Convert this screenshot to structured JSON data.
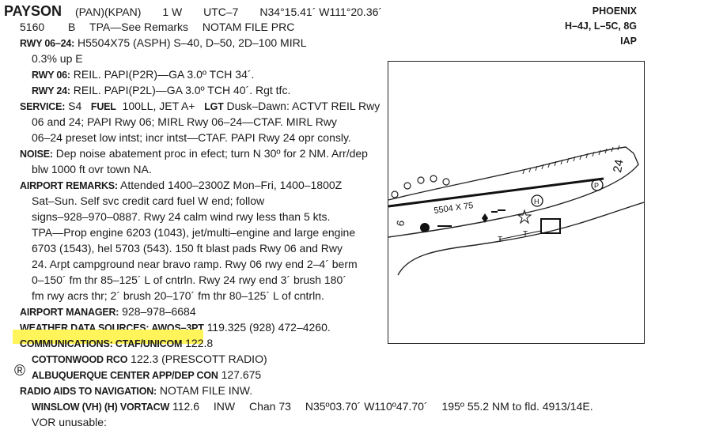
{
  "header": {
    "airport_name": "PAYSON",
    "ident": "(PAN)(KPAN)",
    "distance": "1 W",
    "utc": "UTC–7",
    "coords": "N34°15.41´ W111°20.36´",
    "line2_elev": "5160",
    "line2_b": "B",
    "line2_tpa": "TPA—See Remarks",
    "line2_notam": "NOTAM FILE PRC"
  },
  "right_block": {
    "region": "PHOENIX",
    "charts": "H–4J, L–5C, 8G",
    "iap": "IAP"
  },
  "runway": {
    "label": "RWY 06–24:",
    "text": "H5504X75 (ASPH)   S–40, D–50, 2D–100   MIRL",
    "gradient": "0.3% up E",
    "rwy06_label": "RWY 06:",
    "rwy06_text": "REIL. PAPI(P2R)—GA 3.0º TCH 34´.",
    "rwy24_label": "RWY 24:",
    "rwy24_text": "REIL. PAPI(P2L)—GA 3.0º TCH 40´. Rgt tfc."
  },
  "service": {
    "label": "SERVICE:",
    "s": "S4",
    "fuel_label": "FUEL",
    "fuel": "100LL, JET A+",
    "lgt_label": "LGT",
    "lines": [
      "Dusk–Dawn: ACTVT REIL Rwy",
      "06 and 24; PAPI Rwy 06; MIRL Rwy 06–24—CTAF. MIRL Rwy",
      "06–24 preset low intst; incr intst—CTAF. PAPI Rwy 24 opr consly."
    ]
  },
  "noise": {
    "label": "NOISE:",
    "lines": [
      "Dep noise abatement proc in efect; turn N 30º for 2 NM. Arr/dep",
      "blw 1000 ft ovr town NA."
    ]
  },
  "remarks": {
    "label": "AIRPORT REMARKS:",
    "lines": [
      "Attended 1400–2300Z Mon–Fri, 1400–1800Z",
      "Sat–Sun. Self svc credit card fuel W end; follow",
      "signs–928–970–0887. Rwy 24 calm wind rwy less than 5 kts.",
      "TPA—Prop engine 6203 (1043), jet/multi–engine and large engine",
      "6703 (1543), hel 5703 (543). 150 ft blast pads Rwy 06 and Rwy",
      "24. Arpt campground near bravo ramp. Rwy 06 rwy end 2–4´ berm",
      "0–150´ fm thr 85–125´ L of cntrln. Rwy 24 rwy end 3´ brush 180´",
      "fm rwy acrs thr; 2´ brush 20–170´ fm thr 80–125´ L of cntrln."
    ]
  },
  "manager": {
    "label": "AIRPORT MANAGER:",
    "value": "928–978–6684"
  },
  "weather": {
    "label": "WEATHER DATA SOURCES: AWOS–3PT",
    "value": "119.325 (928) 472–4260."
  },
  "comms": {
    "label": "COMMUNICATIONS: CTAF/UNICOM",
    "value": "122.8",
    "rco_label": "COTTONWOOD RCO",
    "rco_value": "122.3 (PRESCOTT RADIO)",
    "reg_symbol": "®",
    "center_label": "ALBUQUERQUE CENTER APP/DEP CON",
    "center_value": "127.675"
  },
  "navaids": {
    "label": "RADIO AIDS TO NAVIGATION:",
    "value": "NOTAM FILE INW.",
    "vor_label": "WINSLOW (VH) (H) VORTACW",
    "vor_freq": "112.6",
    "vor_id": "INW",
    "vor_chan": "Chan 73",
    "vor_coords": "N35º03.70´ W110º47.70´",
    "vor_bearing": "195º 55.2 NM to fld. 4913/14E.",
    "vor_unusable": "VOR unusable:"
  },
  "diagram": {
    "runway_dims": "5504 X 75",
    "end_6": "6",
    "end_24": "24",
    "heli": "H",
    "papi_p": "P",
    "taxi_t": "T",
    "highlight_color": "#fff45a"
  }
}
